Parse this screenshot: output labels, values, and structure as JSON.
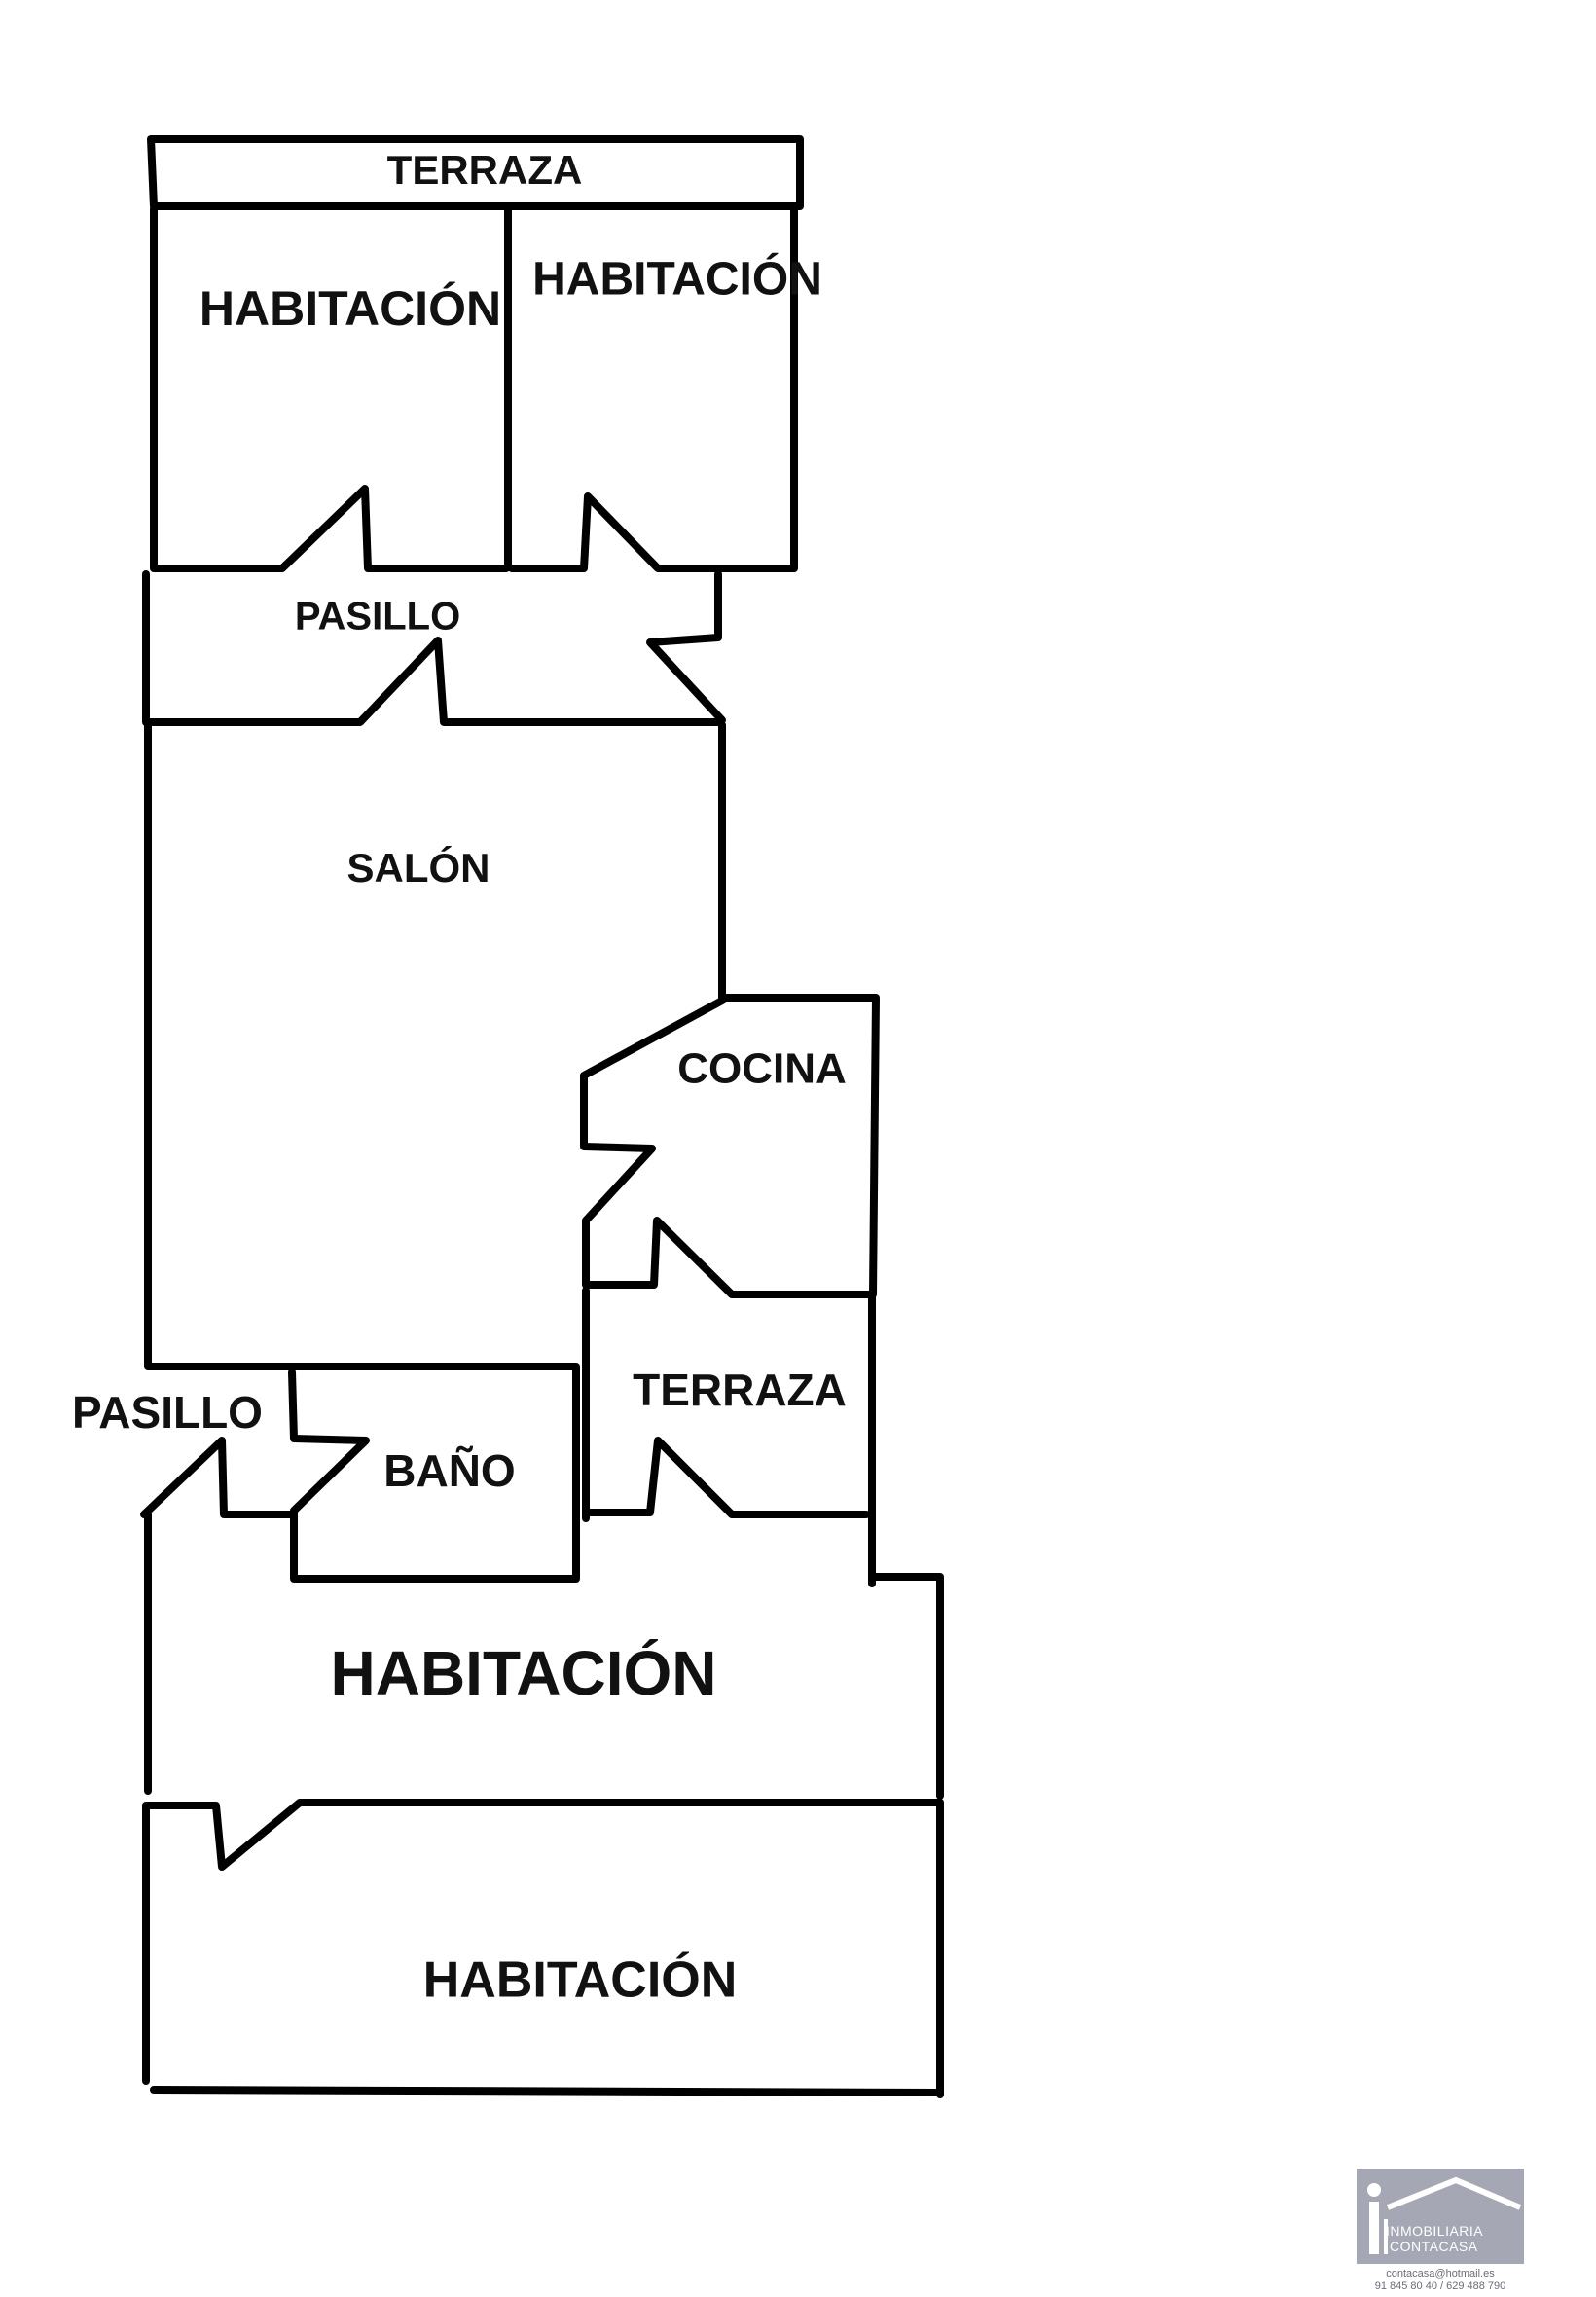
{
  "plan": {
    "rooms": [
      {
        "id": "terraza-top",
        "label": "TERRAZA"
      },
      {
        "id": "habitacion-top-left",
        "label": "HABITACIÓN"
      },
      {
        "id": "habitacion-top-right",
        "label": "HABITACIÓN"
      },
      {
        "id": "pasillo-upper",
        "label": "PASILLO"
      },
      {
        "id": "salon",
        "label": "SALÓN"
      },
      {
        "id": "cocina",
        "label": "COCINA"
      },
      {
        "id": "pasillo-lower",
        "label": "PASILLO"
      },
      {
        "id": "bano",
        "label": "BAÑO"
      },
      {
        "id": "terraza-mid",
        "label": "TERRAZA"
      },
      {
        "id": "habitacion-large",
        "label": "HABITACIÓN"
      },
      {
        "id": "habitacion-bottom",
        "label": "HABITACIÓN"
      }
    ]
  },
  "branding": {
    "logo_line1": "INMOBILIARIA",
    "logo_line2": "CONTACASA",
    "email": "contacasa@hotmail.es",
    "phones": "91 845 80 40 / 629 488 790",
    "logo_color": "#a5a7b4"
  }
}
